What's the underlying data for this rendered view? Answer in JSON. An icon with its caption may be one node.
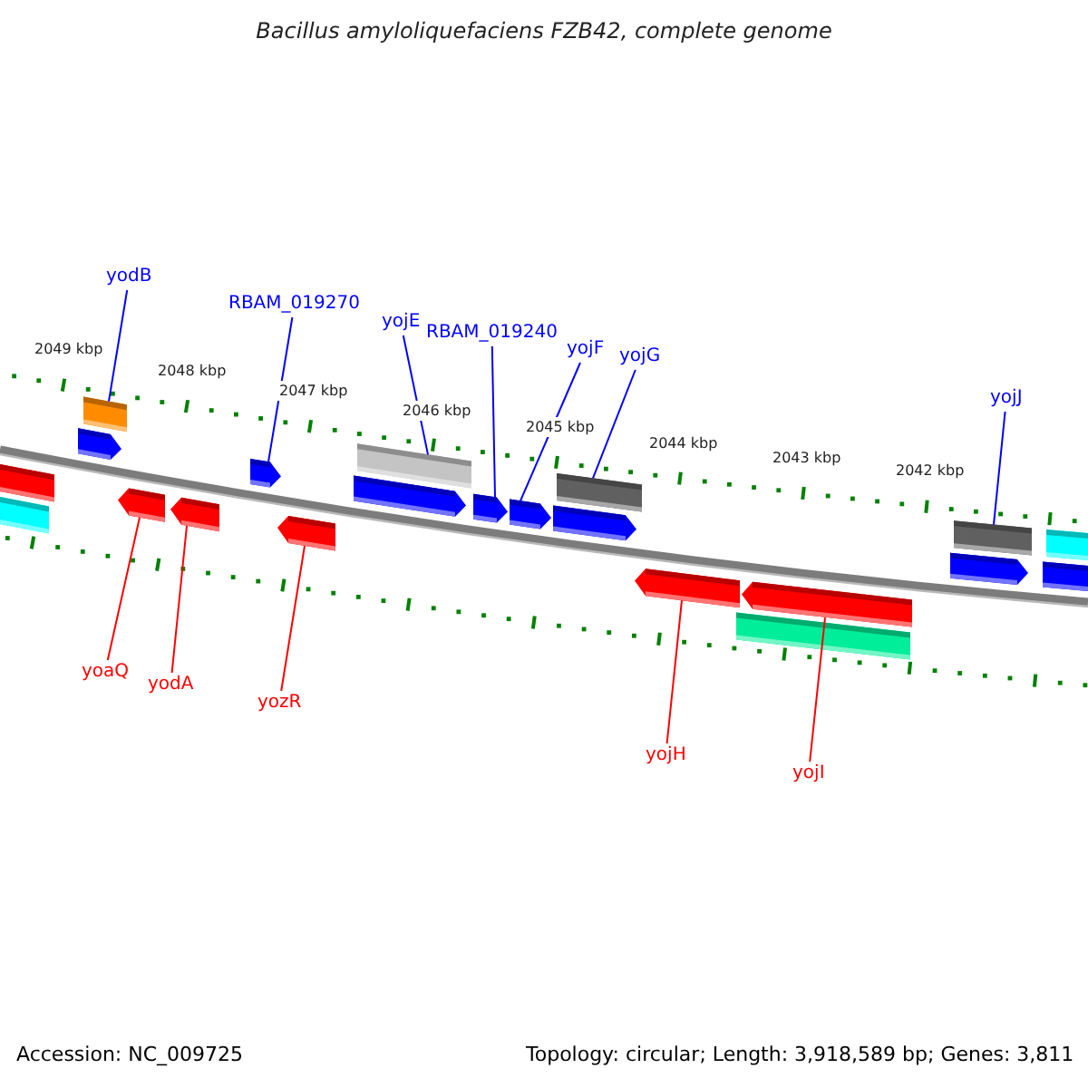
{
  "diagram": {
    "title": "Bacillus amyloliquefaciens FZB42, complete genome",
    "nodes": [
      {
        "text": [
          "yodB"
        ]
      },
      {
        "text": [
          "RBAM_019270"
        ]
      },
      {
        "text": [
          "yojE"
        ]
      },
      {
        "text": [
          "RBAM_019240"
        ]
      },
      {
        "text": [
          "yojF"
        ]
      },
      {
        "text": [
          "yojG"
        ]
      },
      {
        "text": [
          "yojJ"
        ]
      },
      {
        "text": [
          "yoaQ"
        ]
      },
      {
        "text": [
          "yodA"
        ]
      },
      {
        "text": [
          "yozR"
        ]
      },
      {
        "text": [
          "yojH"
        ]
      },
      {
        "text": [
          "yojI"
        ]
      },
      {
        "text": [],
        "shape": "bar"
      },
      {
        "text": [],
        "shape": "bar"
      },
      {
        "text": [],
        "shape": "arrow"
      },
      {
        "text": [],
        "shape": "bar"
      },
      {
        "text": [],
        "shape": "arrow"
      },
      {
        "text": [],
        "shape": "arrow"
      },
      {
        "text": [],
        "shape": "arrow"
      },
      {
        "text": [],
        "shape": "arrow"
      },
      {
        "text": [],
        "shape": "arrow"
      },
      {
        "text": [],
        "shape": "bar"
      },
      {
        "text": [],
        "shape": "arrow"
      },
      {
        "text": [],
        "shape": "arrow"
      },
      {
        "text": [],
        "shape": "arrow"
      },
      {
        "text": [],
        "shape": "bar"
      },
      {
        "text": [],
        "shape": "arrow"
      },
      {
        "text": [],
        "shape": "bar"
      },
      {
        "text": [],
        "shape": "arrow"
      },
      {
        "text": [],
        "shape": "arrow"
      },
      {
        "text": [],
        "shape": "bar"
      },
      {
        "text": [],
        "shape": "bar"
      },
      {
        "text": [],
        "shape": "bar"
      }
    ],
    "edges": [
      {
        "from": 0,
        "to": 15,
        "arrow": "none"
      },
      {
        "from": 1,
        "to": 18,
        "arrow": "none"
      },
      {
        "from": 2,
        "to": 21,
        "arrow": "none"
      },
      {
        "from": 3,
        "to": 22,
        "arrow": "none"
      },
      {
        "from": 4,
        "to": 23,
        "arrow": "none"
      },
      {
        "from": 5,
        "to": 25,
        "arrow": "none"
      },
      {
        "from": 6,
        "to": 30,
        "arrow": "none"
      },
      {
        "from": 7,
        "to": 16,
        "arrow": "none",
        "color": "#ff0000"
      },
      {
        "from": 8,
        "to": 17,
        "arrow": "none",
        "color": "#ff0000"
      },
      {
        "from": 9,
        "to": 19,
        "arrow": "none",
        "color": "#ff0000"
      },
      {
        "from": 10,
        "to": 26,
        "arrow": "none",
        "color": "#ff0000"
      },
      {
        "from": 11,
        "to": 28,
        "arrow": "none",
        "color": "#ff0000"
      }
    ],
    "labels": [
      "2049 kbp",
      "2048 kbp",
      "2047 kbp",
      "2046 kbp",
      "2045 kbp",
      "2044 kbp",
      "2043 kbp",
      "2042 kbp",
      "Accession: NC_009725",
      "Topology: circular; Length: 3,918,589 bp; Genes: 3,811"
    ]
  }
}
